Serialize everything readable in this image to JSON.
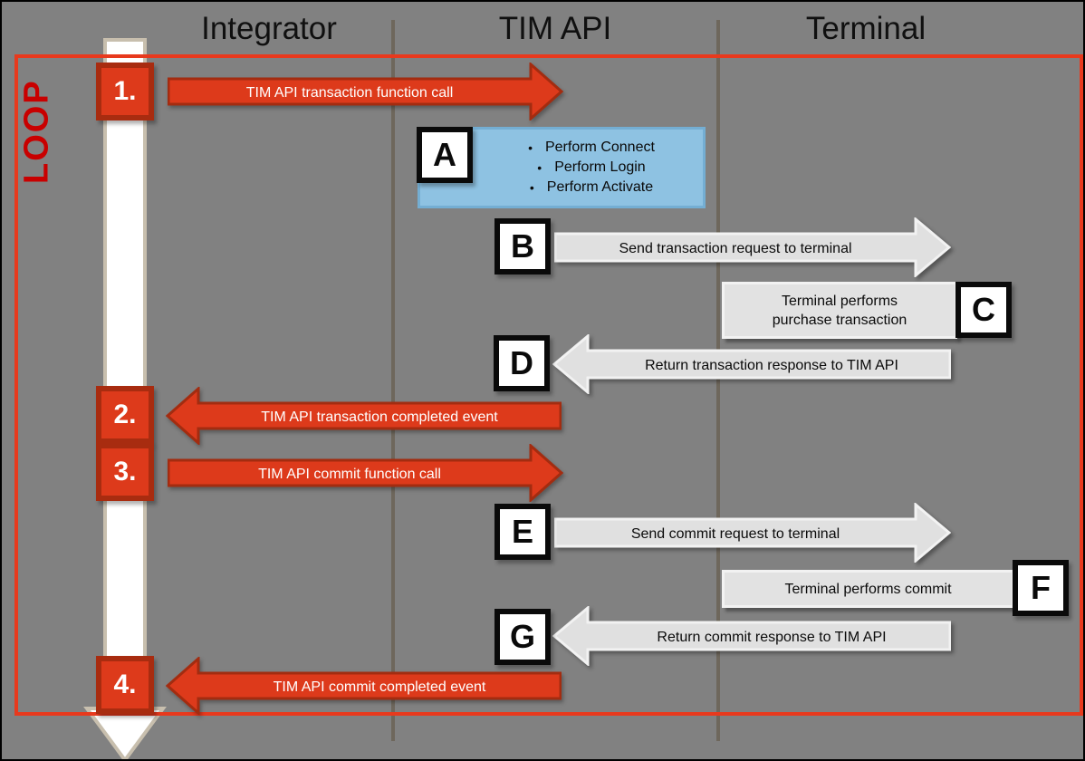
{
  "columns": [
    "Integrator",
    "TIM API",
    "Terminal"
  ],
  "loop": {
    "label": "LOOP"
  },
  "numbered_steps": {
    "s1": {
      "num": "1.",
      "label": "TIM API transaction function call",
      "direction": "right"
    },
    "s2": {
      "num": "2.",
      "label": "TIM API transaction completed event",
      "direction": "left"
    },
    "s3": {
      "num": "3.",
      "label": "TIM API commit function call",
      "direction": "right"
    },
    "s4": {
      "num": "4.",
      "label": "TIM API commit completed event",
      "direction": "left"
    }
  },
  "lettered_steps": {
    "a": {
      "letter": "A",
      "bullets": [
        "Perform Connect",
        "Perform Login",
        "Perform Activate"
      ]
    },
    "b": {
      "letter": "B",
      "label": "Send transaction request to terminal",
      "direction": "right"
    },
    "c": {
      "letter": "C",
      "label_line1": "Terminal performs",
      "label_line2": "purchase transaction"
    },
    "d": {
      "letter": "D",
      "label": "Return transaction response to TIM API",
      "direction": "left"
    },
    "e": {
      "letter": "E",
      "label": "Send commit request to terminal",
      "direction": "right"
    },
    "f": {
      "letter": "F",
      "label": "Terminal performs commit"
    },
    "g": {
      "letter": "G",
      "label": "Return commit response to TIM API",
      "direction": "left"
    }
  },
  "colors": {
    "background": "#818181",
    "red_fill": "#dd3a1b",
    "red_border": "#a32c10",
    "loop_border": "#e8391d",
    "loop_text": "#c90000",
    "blue_fill": "#8ec2e2",
    "blue_border": "#74aed3",
    "gray_fill": "#e0e0e0",
    "gray_border": "#f2f2f2",
    "separator": "#6e675c",
    "lifeline_border": "#c8bfae"
  }
}
